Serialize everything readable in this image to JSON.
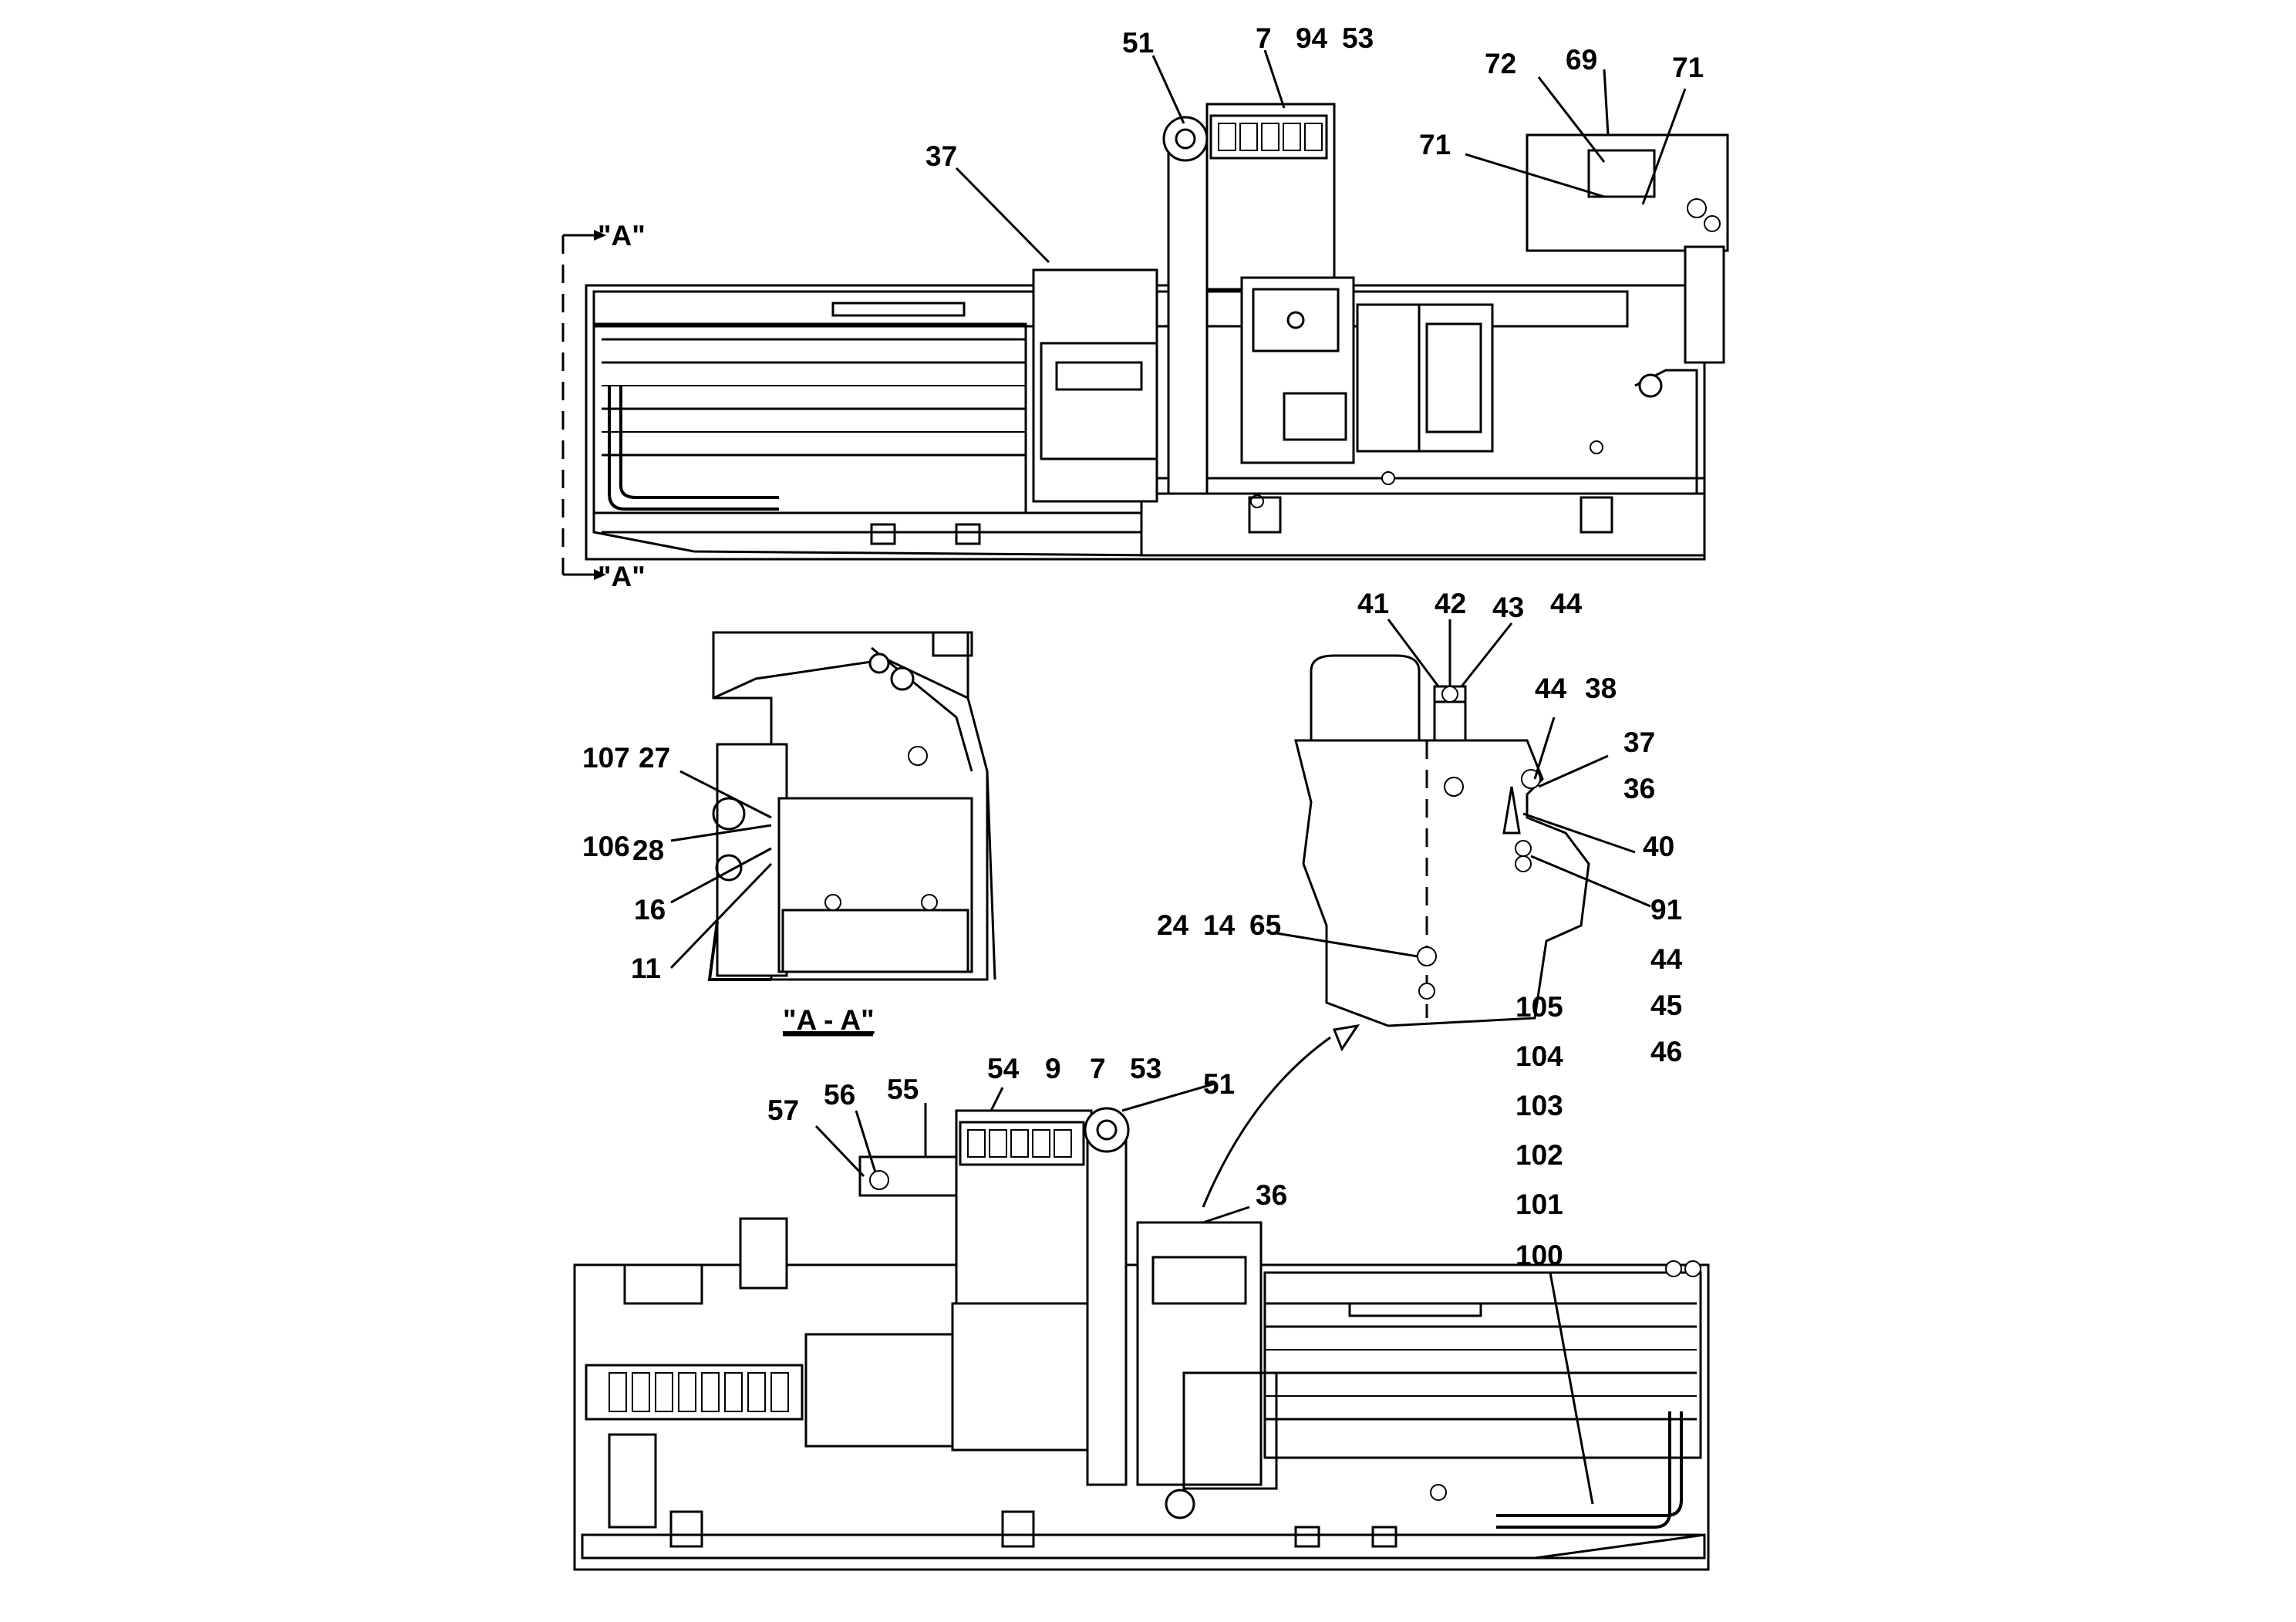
{
  "section_markers": {
    "top": "\"A\"",
    "bottom": "\"A\"",
    "view_title": "\"A - A\""
  },
  "callouts": {
    "top_view": [
      "51",
      "7",
      "94",
      "53",
      "72",
      "69",
      "71",
      "71",
      "37"
    ],
    "section_view": [
      "107",
      "27",
      "106",
      "28",
      "16",
      "11"
    ],
    "detail_view": [
      "41",
      "42",
      "43",
      "44",
      "44",
      "38",
      "37",
      "36",
      "40",
      "91",
      "24",
      "14",
      "65"
    ],
    "bottom_view": [
      "54",
      "9",
      "7",
      "53",
      "51",
      "55",
      "56",
      "57",
      "36"
    ]
  },
  "parts_column_left": [
    "105",
    "104",
    "103",
    "102",
    "101",
    "100"
  ],
  "parts_column_right": [
    "44",
    "45",
    "46"
  ]
}
